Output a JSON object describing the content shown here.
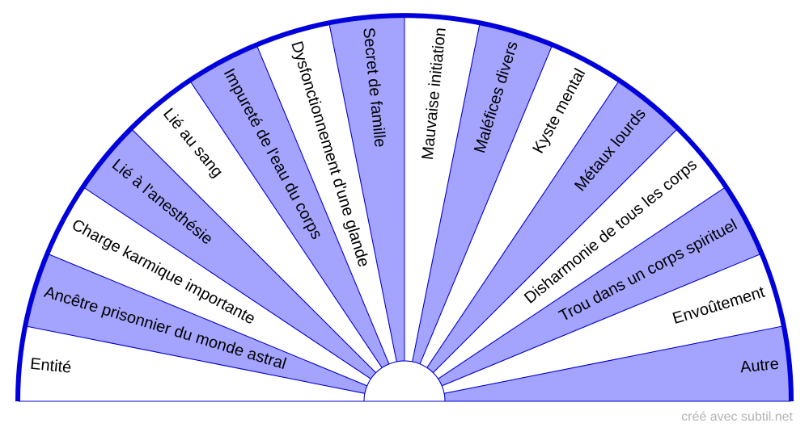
{
  "chart_data": {
    "type": "pendulum-chart",
    "segments": [
      "Entité",
      "Ancêtre prisonnier du monde astral",
      "Charge karmique importante",
      "Lié à l'anesthésie",
      "Lié au sang",
      "Impureté de l'eau du corps",
      "Dysfonctionnement d'une glande",
      "Secret de famille",
      "Mauvaise initiation",
      "Maléfices divers",
      "Kyste mental",
      "Métaux lourds",
      "Disharmonie de tous les corps",
      "Trou dans un corps spirituel",
      "Envoûtement",
      "Autre"
    ],
    "fill_colors": [
      "#ffffff",
      "#a4a4ff"
    ],
    "stroke_color": "#0000cc",
    "rim_color": "#0000dd"
  },
  "credit": "créé avec subtil.net"
}
